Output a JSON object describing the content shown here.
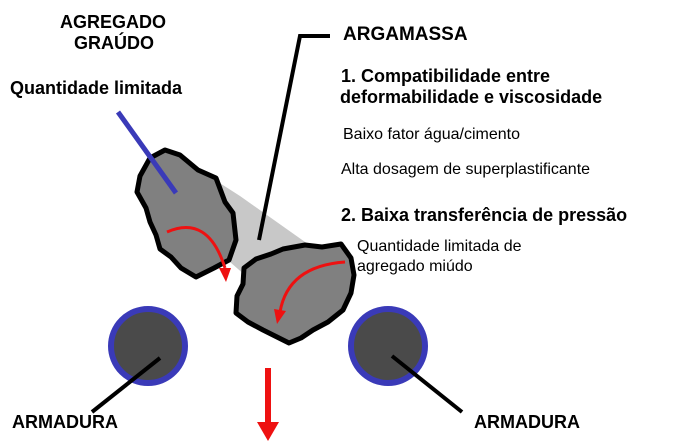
{
  "labels": {
    "coarse_aggregate_line1": "AGREGADO",
    "coarse_aggregate_line2": "GRAÚDO",
    "limited_quantity": "Quantidade limitada",
    "mortar": "ARGAMASSA",
    "point1_line1": "1. Compatibilidade entre",
    "point1_line2": "deformabilidade e viscosidade",
    "low_wc": "Baixo fator água/cimento",
    "high_sp": "Alta dosagem de superplastificante",
    "point2": "2. Baixa transferência de pressão",
    "limited_fine_line1": "Quantidade limitada de",
    "limited_fine_line2": "agregado miúdo",
    "rebar_left": "ARMADURA",
    "rebar_right": "ARMADURA"
  },
  "colors": {
    "aggregate_fill": "#808080",
    "aggregate_stroke": "#000000",
    "mortar_band": "#c8c8c8",
    "rebar_fill": "#4a4a4a",
    "rebar_ring": "#3a3ab8",
    "pointer_blue": "#3a3ab8",
    "rotation_arrow": "#ee1111",
    "flow_arrow": "#ee1111"
  }
}
